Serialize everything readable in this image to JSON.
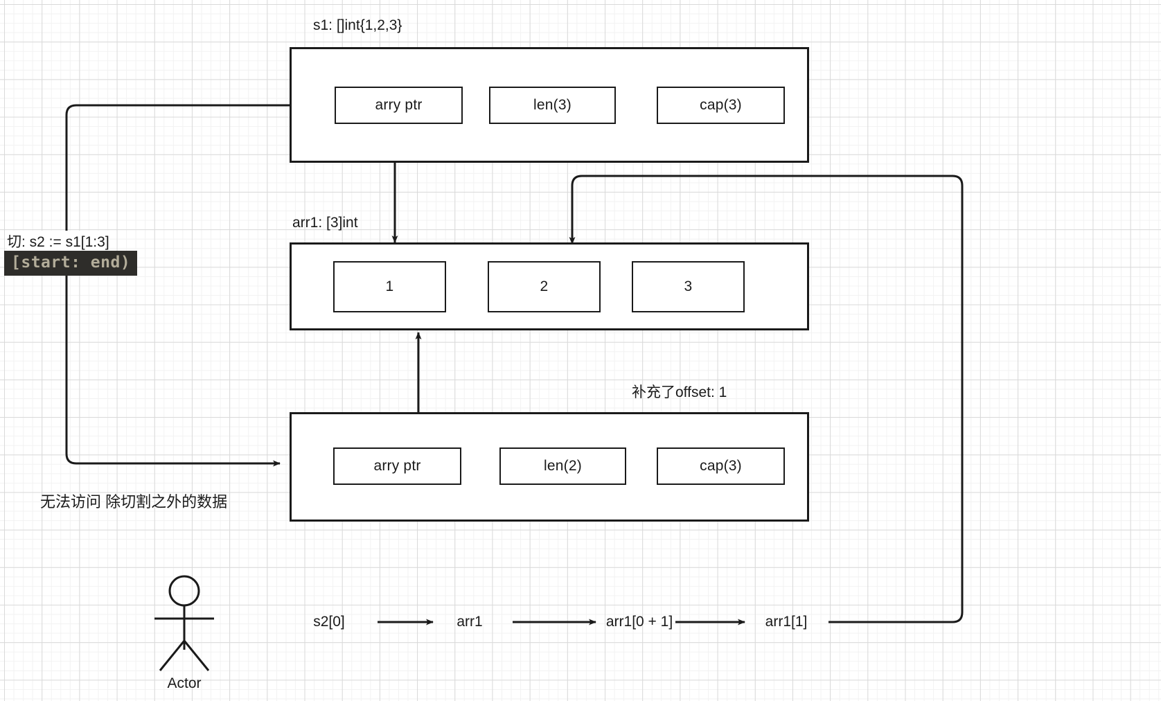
{
  "diagram": {
    "title_s1": "s1: []int{1,2,3}",
    "title_arr1": "arr1: [3]int",
    "title_offset": "补充了offset: 1",
    "slice_note": "切:  s2 := s1[1:3]",
    "slice_code": "[start: end)",
    "access_note": "无法访问 除切割之外的数据",
    "s1_cells": [
      {
        "label": "arry ptr"
      },
      {
        "label": "len(3)"
      },
      {
        "label": "cap(3)"
      }
    ],
    "arr1_cells": [
      {
        "label": "1"
      },
      {
        "label": "2"
      },
      {
        "label": "3"
      }
    ],
    "s2_cells": [
      {
        "label": "arry ptr"
      },
      {
        "label": "len(2)"
      },
      {
        "label": "cap(3)"
      }
    ],
    "chain": [
      {
        "label": "s2[0]"
      },
      {
        "label": "arr1"
      },
      {
        "label": "arr1[0 + 1]"
      },
      {
        "label": "arr1[1]"
      }
    ],
    "actor_label": "Actor",
    "colors": {
      "stroke": "#1a1a1a",
      "badge_bg": "#2e2d2a",
      "badge_fg": "#b3ad9a",
      "grid_major": "#d9d9d9",
      "grid_minor": "#f2f2f2",
      "canvas": "#ffffff"
    }
  }
}
